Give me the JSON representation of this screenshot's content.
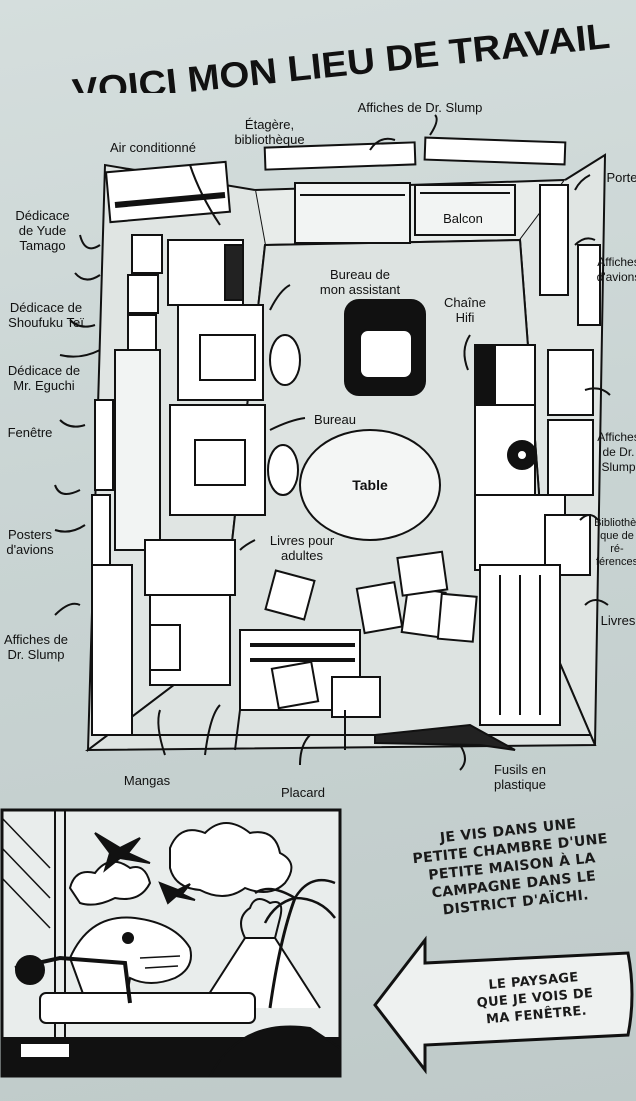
{
  "title": "VOICI MON LIEU DE TRAVAIL",
  "labels": {
    "air": "Air conditionné",
    "etagere": "Étagère,\nbibliothèque",
    "affiches_top": "Affiches de Dr. Slump",
    "porte": "Porte",
    "balcon": "Balcon",
    "dedicace_yude": "Dédicace\nde Yude\nTamago",
    "bureau_assistant": "Bureau de\nmon assistant",
    "chaine": "Chaîne\nHifi",
    "affiches_avions": "Affiches\nd'avions",
    "dedicace_shoufuku": "Dédicace de\nShoufuku Teï",
    "dedicace_eguchi": "Dédicace de\nMr. Eguchi",
    "bureau": "Bureau",
    "fenetre": "Fenêtre",
    "table": "Table",
    "affiches_slump_right": "Affiches\nde Dr.\nSlump",
    "posters_avions": "Posters\nd'avions",
    "livres_adultes": "Livres pour\nadultes",
    "bibliotheque_ref": "Bibliothè-\nque de ré-\nférences",
    "affiches_slump_left": "Affiches de\nDr. Slump",
    "livres": "Livres",
    "mangas": "Mangas",
    "placard": "Placard",
    "fusils": "Fusils en\nplastique"
  },
  "caption_top": "JE VIS DANS UNE\nPETITE CHAMBRE D'UNE\nPETITE MAISON À LA\nCAMPAGNE DANS LE\nDISTRICT D'AÏCHI.",
  "caption_arrow": "LE PAYSAGE\nQUE JE VOIS DE\nMA FENÊTRE."
}
